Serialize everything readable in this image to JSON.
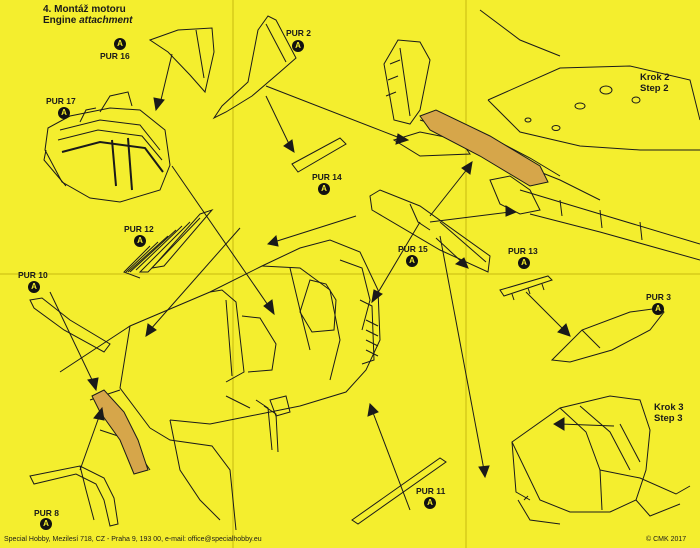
{
  "heading": {
    "line1": "4. Montáž motoru",
    "line2_prefix": "Engine ",
    "line2_italic": "attachment"
  },
  "steps": {
    "step2": {
      "cz": "Krok 2",
      "en": "Step 2"
    },
    "step3": {
      "cz": "Krok 3",
      "en": "Step 3"
    }
  },
  "parts": {
    "pur16": "PUR 16",
    "pur17": "PUR 17",
    "pur2": "PUR 2",
    "pur14": "PUR 14",
    "pur12": "PUR 12",
    "pur15": "PUR 15",
    "pur13": "PUR 13",
    "pur10": "PUR 10",
    "pur3": "PUR 3",
    "pur8": "PUR 8",
    "pur11": "PUR 11"
  },
  "badge_letter": "A",
  "footer": {
    "address": "Special Hobby, Mezilesí 718, CZ - Praha 9,  193 00, e-mail: office@specialhobby.eu",
    "copyright": "© CMK 2017"
  },
  "colors": {
    "paper": "#f4ee2e",
    "ink": "#1a1a1a",
    "highlight": "#d6a64a"
  }
}
